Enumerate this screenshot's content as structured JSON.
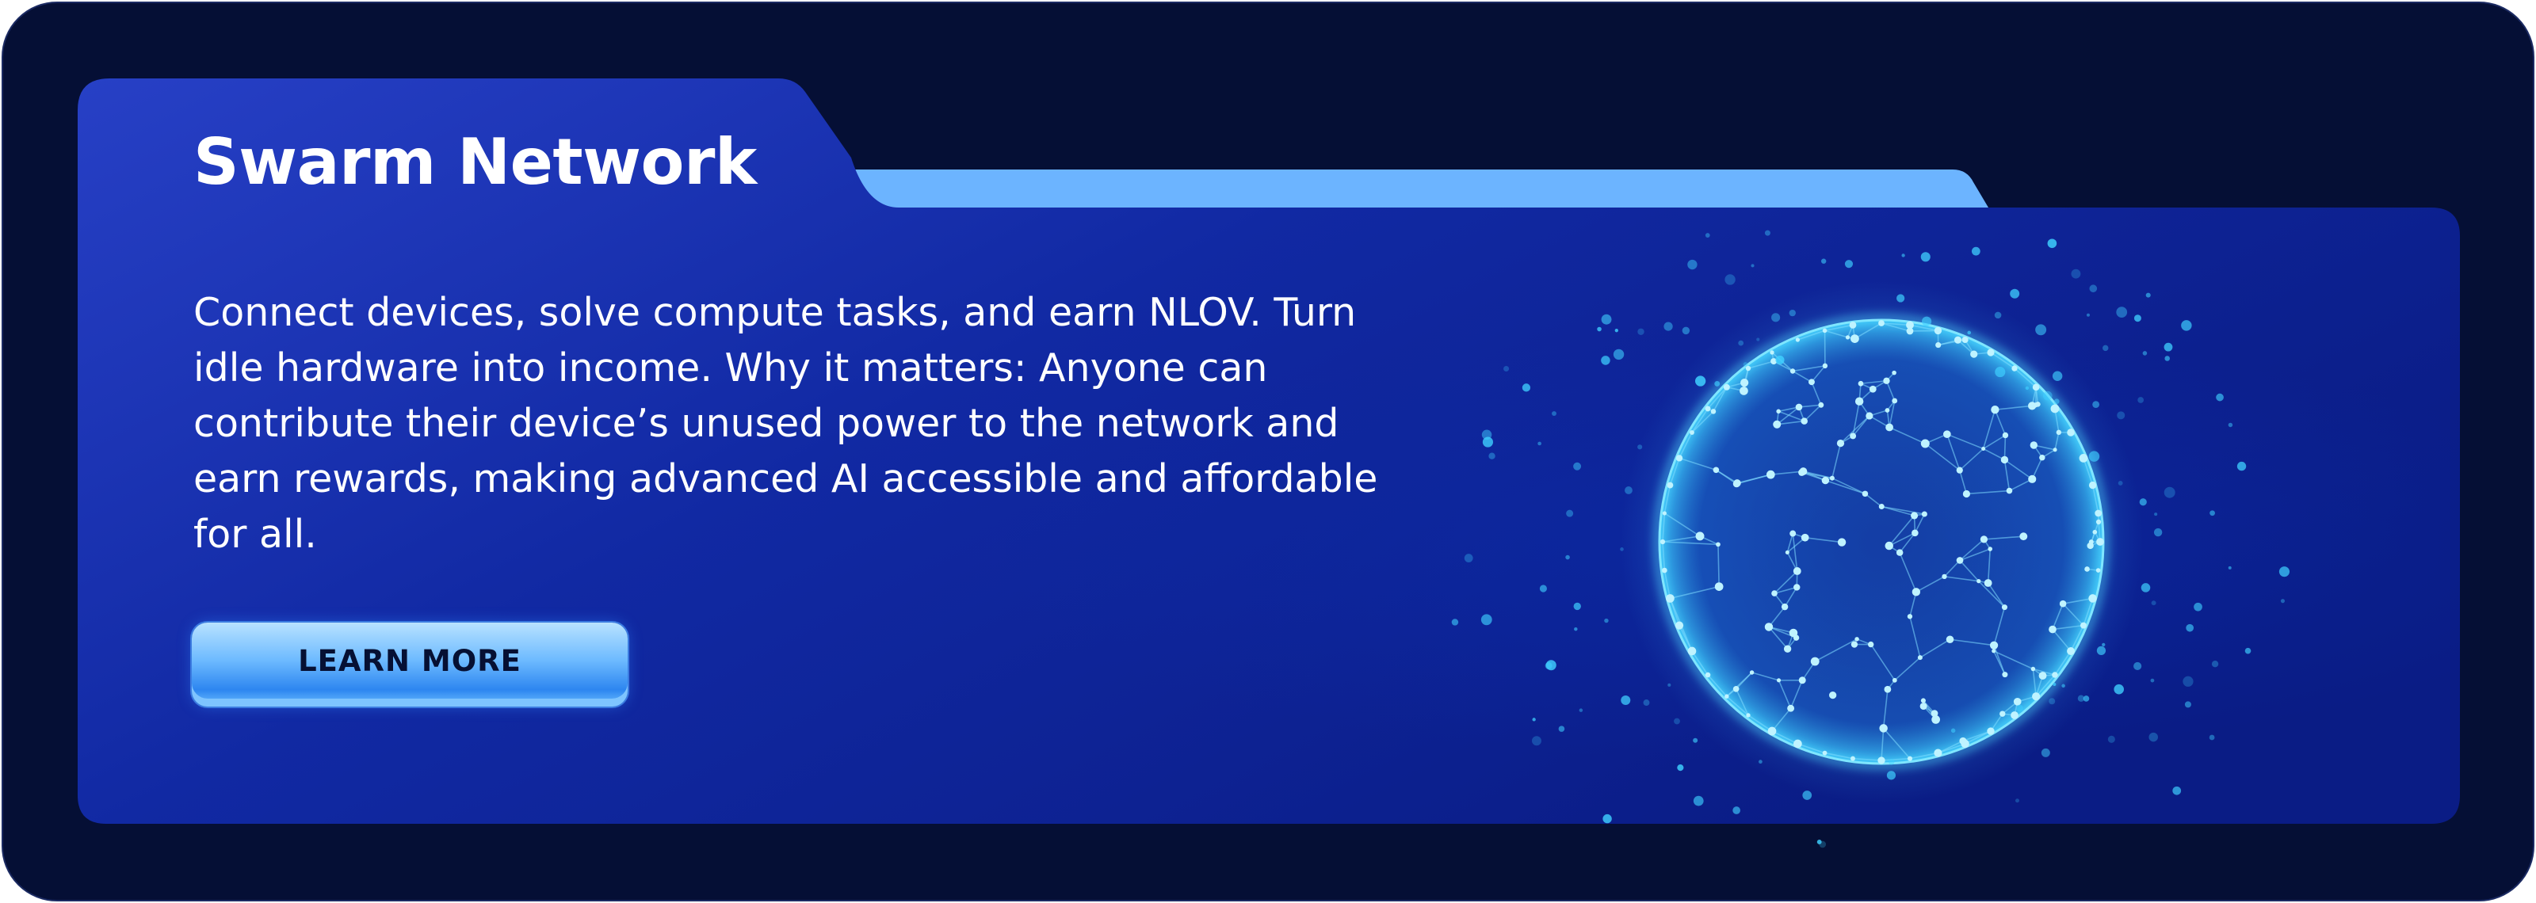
{
  "card": {
    "title": "Swarm Network",
    "description": "Connect devices, solve compute tasks, and earn NLOV. Turn idle hardware into income. Why it matters: Anyone can contribute their device’s unused power to the network and earn rewards, making advanced AI accessible and affordable for all.",
    "cta_label": "LEARN MORE"
  },
  "colors": {
    "page_background": "#050f35",
    "card_background": "#0f2595",
    "tab_accent": "#6cb4ff",
    "button_fill": "#6dbaff",
    "globe_glow": "#3fd0ff"
  },
  "illustration": {
    "icon": "network-globe-icon"
  }
}
